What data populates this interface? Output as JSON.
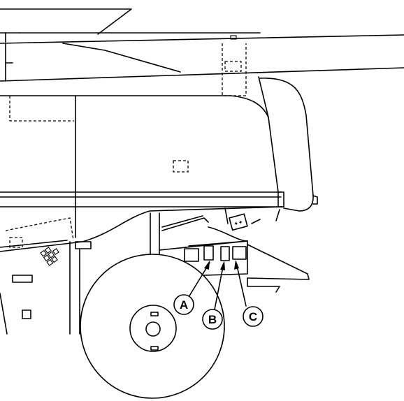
{
  "callouts": [
    {
      "id": "A",
      "label": "A"
    },
    {
      "id": "B",
      "label": "B"
    },
    {
      "id": "C",
      "label": "C"
    }
  ],
  "colors": {
    "stroke": "#000000",
    "background": "#ffffff"
  }
}
